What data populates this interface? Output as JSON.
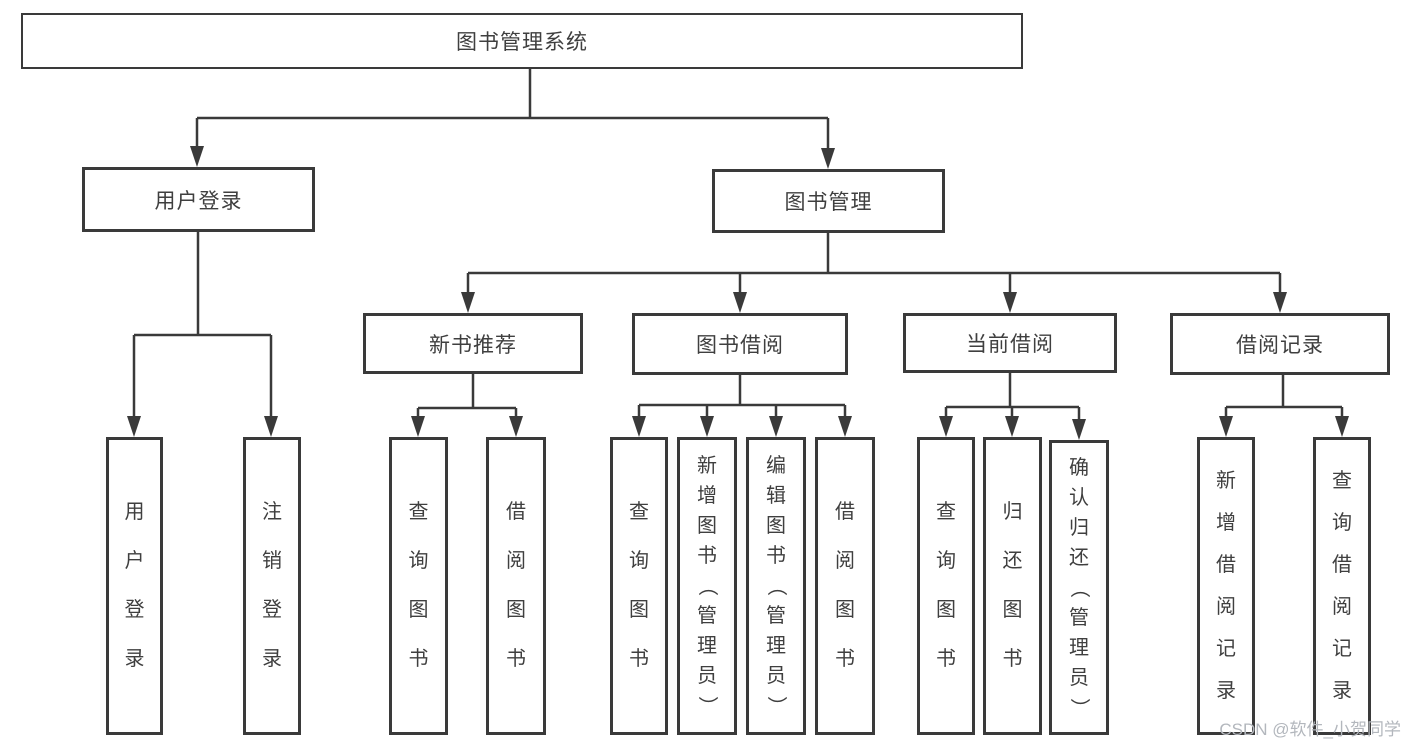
{
  "diagram_title": "图书管理系统",
  "tree": {
    "label": "图书管理系统",
    "children": [
      {
        "label": "用户登录",
        "children": [
          {
            "label": "用户登录"
          },
          {
            "label": "注销登录"
          }
        ]
      },
      {
        "label": "图书管理",
        "children": [
          {
            "label": "新书推荐",
            "children": [
              {
                "label": "查询图书"
              },
              {
                "label": "借阅图书"
              }
            ]
          },
          {
            "label": "图书借阅",
            "children": [
              {
                "label": "查询图书"
              },
              {
                "label": "新增图书（管理员）"
              },
              {
                "label": "编辑图书（管理员）"
              },
              {
                "label": "借阅图书"
              }
            ]
          },
          {
            "label": "当前借阅",
            "children": [
              {
                "label": "查询图书"
              },
              {
                "label": "归还图书"
              },
              {
                "label": "确认归还（管理员）"
              }
            ]
          },
          {
            "label": "借阅记录",
            "children": [
              {
                "label": "新增借阅记录"
              },
              {
                "label": "查询借阅记录"
              }
            ]
          }
        ]
      }
    ]
  },
  "watermark": {
    "text": "CSDN @软件_小贺同学"
  },
  "colors": {
    "line": "#3a3a3a",
    "box_border": "#3a3a3a",
    "text": "#3f3f3f",
    "background": "#ffffff",
    "watermark": "#b3b7bd"
  }
}
